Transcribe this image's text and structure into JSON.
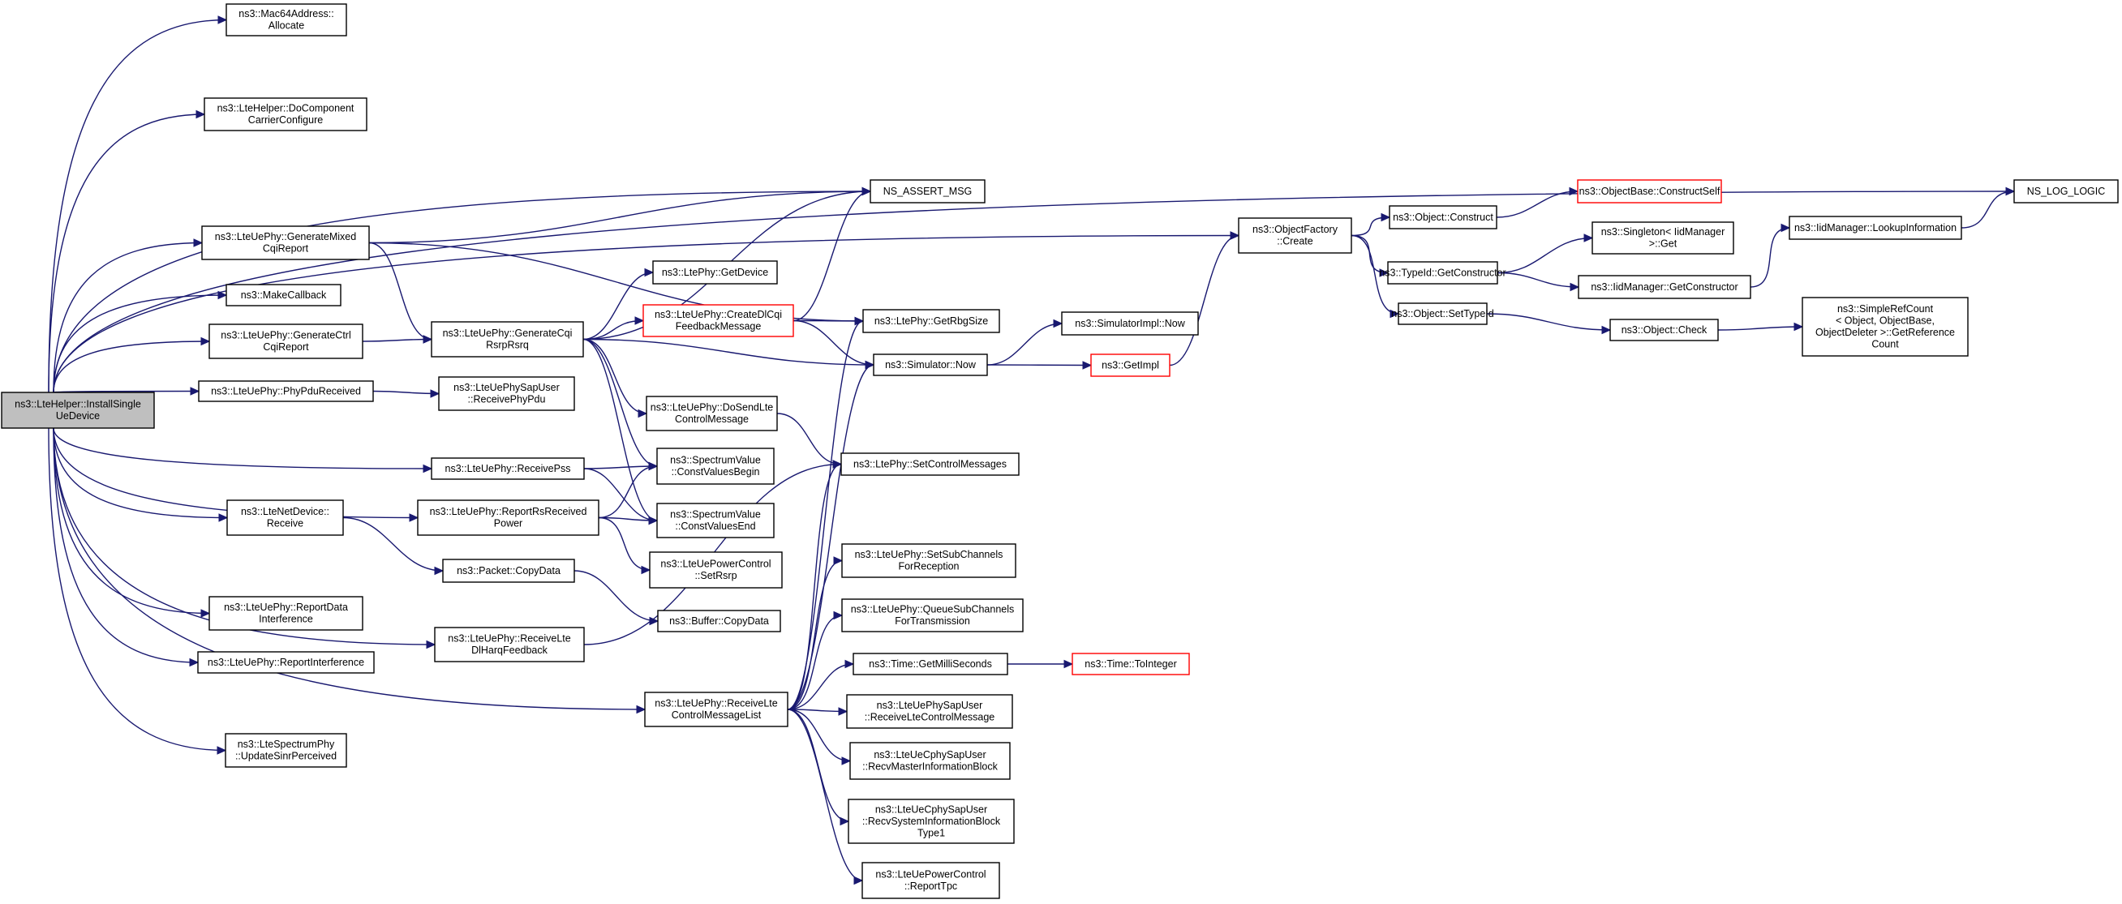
{
  "colors": {
    "edge": "#191970",
    "truncated_border": "#ff0000",
    "root_fill": "#bfbfbf",
    "node_border": "#000000"
  },
  "nodes": [
    {
      "id": "InstallSingleUeDevice",
      "lines": [
        "ns3::LteHelper::InstallSingle",
        "UeDevice"
      ],
      "kind": "root"
    },
    {
      "id": "Mac64Allocate",
      "lines": [
        "ns3::Mac64Address::",
        "Allocate"
      ]
    },
    {
      "id": "DoComponentCarrierConfigure",
      "lines": [
        "ns3::LteHelper::DoComponent",
        "CarrierConfigure"
      ]
    },
    {
      "id": "GenerateMixedCqiReport",
      "lines": [
        "ns3::LteUePhy::GenerateMixed",
        "CqiReport"
      ]
    },
    {
      "id": "MakeCallback",
      "lines": [
        "ns3::MakeCallback"
      ]
    },
    {
      "id": "GenerateCtrlCqiReport",
      "lines": [
        "ns3::LteUePhy::GenerateCtrl",
        "CqiReport"
      ]
    },
    {
      "id": "PhyPduReceived",
      "lines": [
        "ns3::LteUePhy::PhyPduReceived"
      ]
    },
    {
      "id": "LteNetDeviceReceive",
      "lines": [
        "ns3::LteNetDevice::",
        "Receive"
      ]
    },
    {
      "id": "ReportDataInterference",
      "lines": [
        "ns3::LteUePhy::ReportData",
        "Interference"
      ]
    },
    {
      "id": "ReportInterference",
      "lines": [
        "ns3::LteUePhy::ReportInterference"
      ]
    },
    {
      "id": "UpdateSinrPerceived",
      "lines": [
        "ns3::LteSpectrumPhy",
        "::UpdateSinrPerceived"
      ]
    },
    {
      "id": "GenerateCqiRsrpRsrq",
      "lines": [
        "ns3::LteUePhy::GenerateCqi",
        "RsrpRsrq"
      ]
    },
    {
      "id": "ReceivePhyPdu",
      "lines": [
        "ns3::LteUePhySapUser",
        "::ReceivePhyPdu"
      ]
    },
    {
      "id": "ReceivePss",
      "lines": [
        "ns3::LteUePhy::ReceivePss"
      ]
    },
    {
      "id": "ReportRsReceivedPower",
      "lines": [
        "ns3::LteUePhy::ReportRsReceived",
        "Power"
      ]
    },
    {
      "id": "PacketCopyData",
      "lines": [
        "ns3::Packet::CopyData"
      ]
    },
    {
      "id": "ReceiveLteDlHarqFeedback",
      "lines": [
        "ns3::LteUePhy::ReceiveLte",
        "DlHarqFeedback"
      ]
    },
    {
      "id": "ReceiveLteControlMessageList",
      "lines": [
        "ns3::LteUePhy::ReceiveLte",
        "ControlMessageList"
      ]
    },
    {
      "id": "NS_ASSERT_MSG",
      "lines": [
        "NS_ASSERT_MSG"
      ]
    },
    {
      "id": "LtePhyGetDevice",
      "lines": [
        "ns3::LtePhy::GetDevice"
      ]
    },
    {
      "id": "CreateDlCqiFeedbackMessage",
      "lines": [
        "ns3::LteUePhy::CreateDlCqi",
        "FeedbackMessage"
      ],
      "kind": "trunc"
    },
    {
      "id": "DoSendLteControlMessage",
      "lines": [
        "ns3::LteUePhy::DoSendLte",
        "ControlMessage"
      ]
    },
    {
      "id": "ConstValuesBegin",
      "lines": [
        "ns3::SpectrumValue",
        "::ConstValuesBegin"
      ]
    },
    {
      "id": "ConstValuesEnd",
      "lines": [
        "ns3::SpectrumValue",
        "::ConstValuesEnd"
      ]
    },
    {
      "id": "SetRsrp",
      "lines": [
        "ns3::LteUePowerControl",
        "::SetRsrp"
      ]
    },
    {
      "id": "BufferCopyData",
      "lines": [
        "ns3::Buffer::CopyData"
      ]
    },
    {
      "id": "GetRbgSize",
      "lines": [
        "ns3::LtePhy::GetRbgSize"
      ]
    },
    {
      "id": "SimulatorNow",
      "lines": [
        "ns3::Simulator::Now"
      ]
    },
    {
      "id": "SetControlMessages",
      "lines": [
        "ns3::LtePhy::SetControlMessages"
      ]
    },
    {
      "id": "SetSubChannelsForReception",
      "lines": [
        "ns3::LteUePhy::SetSubChannels",
        "ForReception"
      ]
    },
    {
      "id": "QueueSubChannelsForTransmission",
      "lines": [
        "ns3::LteUePhy::QueueSubChannels",
        "ForTransmission"
      ]
    },
    {
      "id": "GetMilliSeconds",
      "lines": [
        "ns3::Time::GetMilliSeconds"
      ]
    },
    {
      "id": "ReceiveLteControlMessage",
      "lines": [
        "ns3::LteUePhySapUser",
        "::ReceiveLteControlMessage"
      ]
    },
    {
      "id": "RecvMasterInformationBlock",
      "lines": [
        "ns3::LteUeCphySapUser",
        "::RecvMasterInformationBlock"
      ]
    },
    {
      "id": "RecvSystemInformationBlockType1",
      "lines": [
        "ns3::LteUeCphySapUser",
        "::RecvSystemInformationBlock",
        "Type1"
      ]
    },
    {
      "id": "ReportTpc",
      "lines": [
        "ns3::LteUePowerControl",
        "::ReportTpc"
      ]
    },
    {
      "id": "SimulatorImplNow",
      "lines": [
        "ns3::SimulatorImpl::Now"
      ]
    },
    {
      "id": "GetImpl",
      "lines": [
        "ns3::GetImpl"
      ],
      "kind": "trunc"
    },
    {
      "id": "TimeToInteger",
      "lines": [
        "ns3::Time::ToInteger"
      ],
      "kind": "trunc"
    },
    {
      "id": "ObjectFactoryCreate",
      "lines": [
        "ns3::ObjectFactory",
        "::Create"
      ]
    },
    {
      "id": "ObjectConstruct",
      "lines": [
        "ns3::Object::Construct"
      ]
    },
    {
      "id": "TypeIdGetConstructor",
      "lines": [
        "ns3::TypeId::GetConstructor"
      ]
    },
    {
      "id": "ObjectSetTypeId",
      "lines": [
        "ns3::Object::SetTypeId"
      ]
    },
    {
      "id": "ConstructSelf",
      "lines": [
        "ns3::ObjectBase::ConstructSelf"
      ],
      "kind": "trunc"
    },
    {
      "id": "SingletonGet",
      "lines": [
        "ns3::Singleton< IidManager",
        " >::Get"
      ]
    },
    {
      "id": "IidManagerGetConstructor",
      "lines": [
        "ns3::IidManager::GetConstructor"
      ]
    },
    {
      "id": "ObjectCheck",
      "lines": [
        "ns3::Object::Check"
      ]
    },
    {
      "id": "LookupInformation",
      "lines": [
        "ns3::IidManager::LookupInformation"
      ]
    },
    {
      "id": "GetReferenceCount",
      "lines": [
        "ns3::SimpleRefCount",
        "< Object, ObjectBase,",
        " ObjectDeleter >::GetReference",
        "Count"
      ]
    },
    {
      "id": "NS_LOG_LOGIC",
      "lines": [
        "NS_LOG_LOGIC"
      ]
    }
  ],
  "edges": [
    [
      "InstallSingleUeDevice",
      "Mac64Allocate"
    ],
    [
      "InstallSingleUeDevice",
      "DoComponentCarrierConfigure"
    ],
    [
      "InstallSingleUeDevice",
      "NS_ASSERT_MSG"
    ],
    [
      "InstallSingleUeDevice",
      "NS_LOG_LOGIC"
    ],
    [
      "InstallSingleUeDevice",
      "ObjectFactoryCreate"
    ],
    [
      "InstallSingleUeDevice",
      "GenerateMixedCqiReport"
    ],
    [
      "InstallSingleUeDevice",
      "MakeCallback"
    ],
    [
      "InstallSingleUeDevice",
      "GenerateCtrlCqiReport"
    ],
    [
      "InstallSingleUeDevice",
      "PhyPduReceived"
    ],
    [
      "InstallSingleUeDevice",
      "ReceivePss"
    ],
    [
      "InstallSingleUeDevice",
      "ReportRsReceivedPower"
    ],
    [
      "InstallSingleUeDevice",
      "LteNetDeviceReceive"
    ],
    [
      "InstallSingleUeDevice",
      "ReceiveLteDlHarqFeedback"
    ],
    [
      "InstallSingleUeDevice",
      "ReportDataInterference"
    ],
    [
      "InstallSingleUeDevice",
      "ReportInterference"
    ],
    [
      "InstallSingleUeDevice",
      "ReceiveLteControlMessageList"
    ],
    [
      "InstallSingleUeDevice",
      "UpdateSinrPerceived"
    ],
    [
      "GenerateMixedCqiReport",
      "NS_ASSERT_MSG"
    ],
    [
      "GenerateMixedCqiReport",
      "GetRbgSize"
    ],
    [
      "GenerateMixedCqiReport",
      "GenerateCqiRsrpRsrq"
    ],
    [
      "GenerateCtrlCqiReport",
      "GenerateCqiRsrpRsrq"
    ],
    [
      "PhyPduReceived",
      "ReceivePhyPdu"
    ],
    [
      "LteNetDeviceReceive",
      "PacketCopyData"
    ],
    [
      "PacketCopyData",
      "BufferCopyData"
    ],
    [
      "GenerateCqiRsrpRsrq",
      "NS_ASSERT_MSG"
    ],
    [
      "GenerateCqiRsrpRsrq",
      "LtePhyGetDevice"
    ],
    [
      "GenerateCqiRsrpRsrq",
      "CreateDlCqiFeedbackMessage"
    ],
    [
      "GenerateCqiRsrpRsrq",
      "SimulatorNow"
    ],
    [
      "GenerateCqiRsrpRsrq",
      "DoSendLteControlMessage"
    ],
    [
      "GenerateCqiRsrpRsrq",
      "ConstValuesBegin"
    ],
    [
      "GenerateCqiRsrpRsrq",
      "ConstValuesEnd"
    ],
    [
      "CreateDlCqiFeedbackMessage",
      "NS_ASSERT_MSG"
    ],
    [
      "CreateDlCqiFeedbackMessage",
      "GetRbgSize"
    ],
    [
      "CreateDlCqiFeedbackMessage",
      "SimulatorNow"
    ],
    [
      "DoSendLteControlMessage",
      "SetControlMessages"
    ],
    [
      "ReceivePss",
      "ConstValuesBegin"
    ],
    [
      "ReceivePss",
      "ConstValuesEnd"
    ],
    [
      "ReportRsReceivedPower",
      "ConstValuesBegin"
    ],
    [
      "ReportRsReceivedPower",
      "ConstValuesEnd"
    ],
    [
      "ReportRsReceivedPower",
      "SetRsrp"
    ],
    [
      "ReceiveLteDlHarqFeedback",
      "SetControlMessages"
    ],
    [
      "ReceiveLteControlMessageList",
      "GetRbgSize"
    ],
    [
      "ReceiveLteControlMessageList",
      "SimulatorNow"
    ],
    [
      "ReceiveLteControlMessageList",
      "SetControlMessages"
    ],
    [
      "ReceiveLteControlMessageList",
      "SetSubChannelsForReception"
    ],
    [
      "ReceiveLteControlMessageList",
      "QueueSubChannelsForTransmission"
    ],
    [
      "ReceiveLteControlMessageList",
      "GetMilliSeconds"
    ],
    [
      "ReceiveLteControlMessageList",
      "ReceiveLteControlMessage"
    ],
    [
      "ReceiveLteControlMessageList",
      "RecvMasterInformationBlock"
    ],
    [
      "ReceiveLteControlMessageList",
      "RecvSystemInformationBlockType1"
    ],
    [
      "ReceiveLteControlMessageList",
      "ReportTpc"
    ],
    [
      "GetMilliSeconds",
      "TimeToInteger"
    ],
    [
      "SimulatorNow",
      "SimulatorImplNow"
    ],
    [
      "SimulatorNow",
      "GetImpl"
    ],
    [
      "GetImpl",
      "ObjectFactoryCreate"
    ],
    [
      "ObjectFactoryCreate",
      "ObjectConstruct"
    ],
    [
      "ObjectFactoryCreate",
      "TypeIdGetConstructor"
    ],
    [
      "ObjectFactoryCreate",
      "ObjectSetTypeId"
    ],
    [
      "ObjectConstruct",
      "ConstructSelf"
    ],
    [
      "TypeIdGetConstructor",
      "SingletonGet"
    ],
    [
      "TypeIdGetConstructor",
      "IidManagerGetConstructor"
    ],
    [
      "IidManagerGetConstructor",
      "LookupInformation"
    ],
    [
      "ObjectSetTypeId",
      "ObjectCheck"
    ],
    [
      "ObjectCheck",
      "GetReferenceCount"
    ],
    [
      "LookupInformation",
      "NS_LOG_LOGIC"
    ]
  ]
}
